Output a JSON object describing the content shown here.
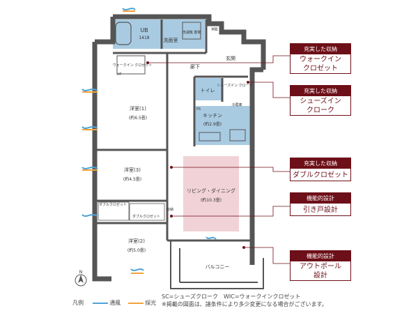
{
  "rooms": {
    "ub": "UB",
    "ub_size": "1418",
    "washroom": "洗面室",
    "washer_space": "洗濯機\n置場",
    "mb": "MB",
    "toilet": "トイレ",
    "hallway": "廊下",
    "entrance": "玄関",
    "kitchen": "キッチン",
    "kitchen_size": "(約2.9畳)",
    "bedroom1": "洋室(1)",
    "bedroom1_size": "(約6.5畳)",
    "bedroom3": "洋室(3)",
    "bedroom3_size": "(約4.5畳)",
    "bedroom2": "洋室(2)",
    "bedroom2_size": "(約5.0畳)",
    "living": "リビング・ダイニング",
    "living_size": "(約10.3畳)",
    "balcony": "バルコニー",
    "double_closet_1": "ダブルクロゼット",
    "double_closet_2": "ダブルクロゼット",
    "wic_label": "ウォークイン\nクロゼット",
    "sc_label": "シューズイン\nクローク",
    "storage": "収納",
    "fridge": "冷蔵庫",
    "hp": "HP",
    "ps": "PS"
  },
  "callouts": [
    {
      "category": "充実した収納",
      "text": "ウォークイン\nクロゼット"
    },
    {
      "category": "充実した収納",
      "text": "シューズイン\nクローク"
    },
    {
      "category": "充実した収納",
      "text": "ダブルクロゼット"
    },
    {
      "category": "機能的設計",
      "text": "引き戸設計"
    },
    {
      "category": "機能的設計",
      "text": "アウトポール\n設計"
    }
  ],
  "legend": {
    "title": "凡例",
    "ventilation": "通風",
    "daylight": "採光"
  },
  "notes": {
    "line1": "SC=シューズクローク　WIC=ウォークインクロゼット",
    "line2": "※掲載の図面は、諸条件により多少変更になる場合がございます。"
  },
  "north_label": "N",
  "colors": {
    "wet_area": "#a9cbe2",
    "living_highlight": "#f1d2d7",
    "callout": "#6d0f18",
    "wall": "#555555",
    "ventilation": "#4ea4d8",
    "daylight": "#f2a23a"
  }
}
